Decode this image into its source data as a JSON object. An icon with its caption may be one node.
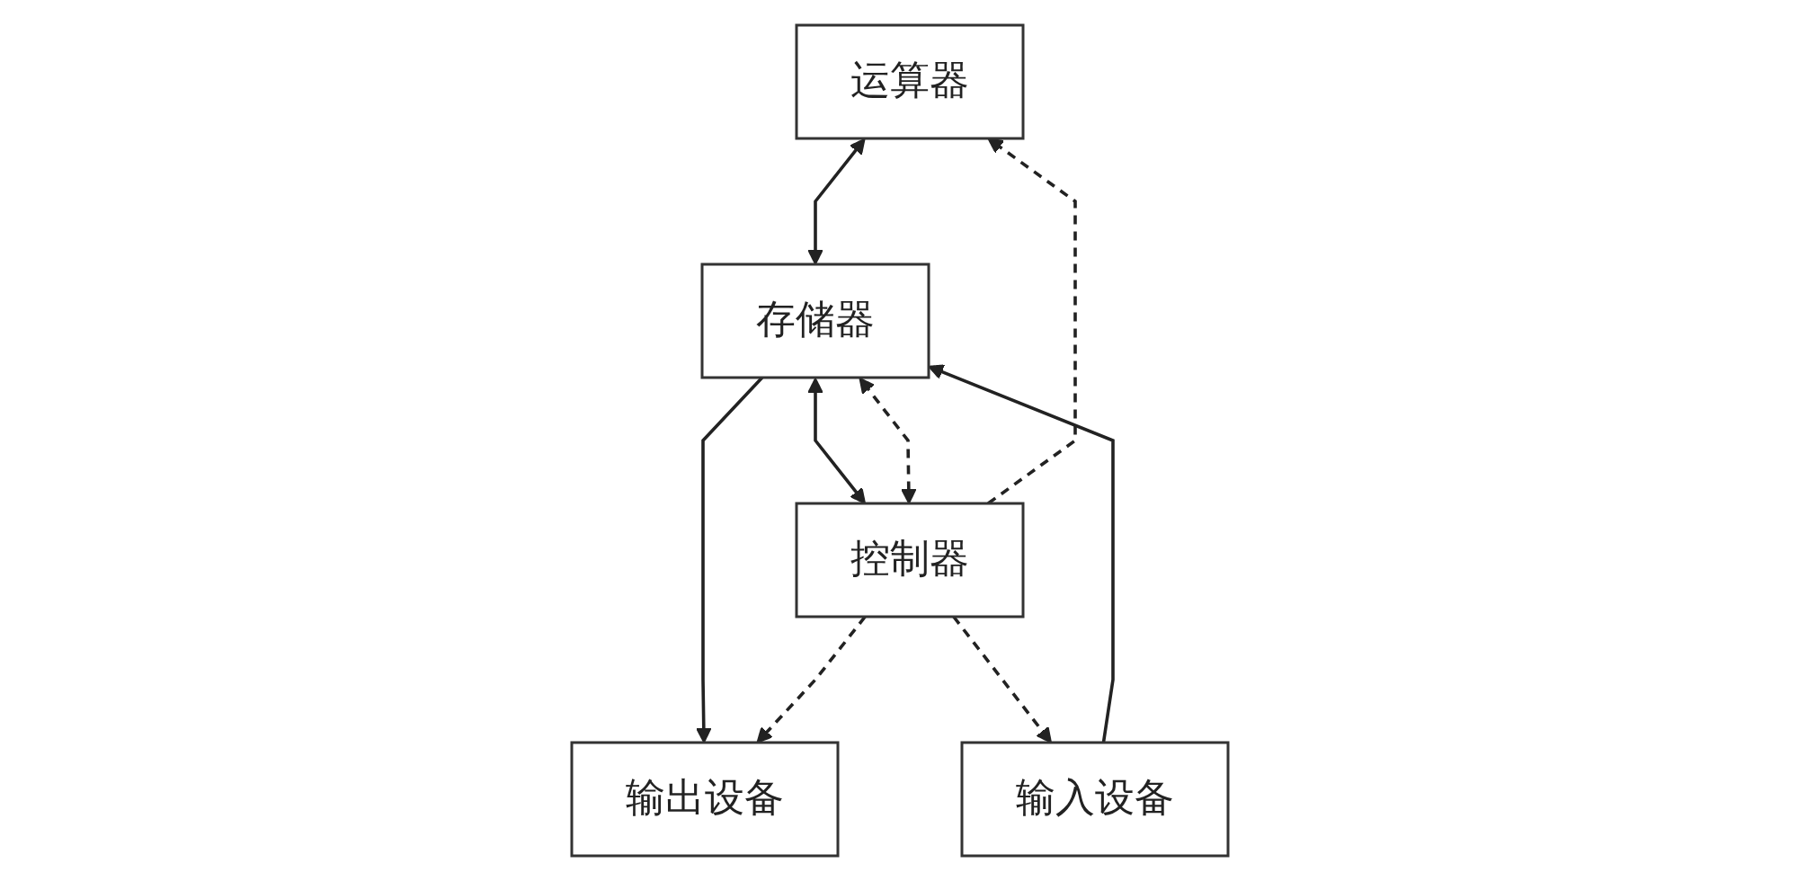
{
  "diagram": {
    "nodes": [
      {
        "text": [
          "运算器"
        ]
      },
      {
        "text": [
          "输入设备"
        ]
      },
      {
        "text": [
          "存储器"
        ]
      },
      {
        "text": [
          "输出设备"
        ]
      },
      {
        "text": [
          "控制器"
        ]
      }
    ],
    "edges": [
      {
        "from": 0,
        "to": 2,
        "arrow": "both"
      },
      {
        "from": 1,
        "to": 2,
        "arrow": "to"
      },
      {
        "from": 2,
        "to": 3,
        "arrow": "to"
      },
      {
        "from": 2,
        "to": 4,
        "arrow": "both"
      },
      {
        "from": 2,
        "to": 4,
        "arrow": "both",
        "style": "dashed"
      },
      {
        "from": 4,
        "to": 1,
        "arrow": "to",
        "style": "dashed"
      },
      {
        "from": 4,
        "to": 0,
        "arrow": "to",
        "style": "dashed"
      },
      {
        "from": 4,
        "to": 3,
        "arrow": "to",
        "style": "dashed"
      }
    ]
  }
}
